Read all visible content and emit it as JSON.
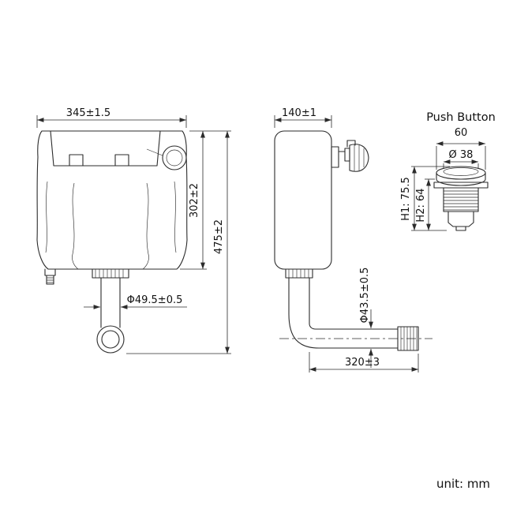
{
  "views": {
    "front": {
      "width_dim": "345±1.5",
      "tank_height_dim": "302±2",
      "total_height_dim": "475±2",
      "outlet_dia_dim": "Φ49.5±0.5"
    },
    "side": {
      "depth_dim": "140±1",
      "pipe_dia_dim": "Φ43.5±0.5",
      "pipe_length_dim": "320±3"
    },
    "push_button": {
      "title": "Push Button",
      "width_dim": "60",
      "face_dia_dim": "Ø 38",
      "h1_dim": "H1: 75.5",
      "h2_dim": "H2: 64"
    }
  },
  "footer": {
    "unit_label": "unit: mm"
  }
}
